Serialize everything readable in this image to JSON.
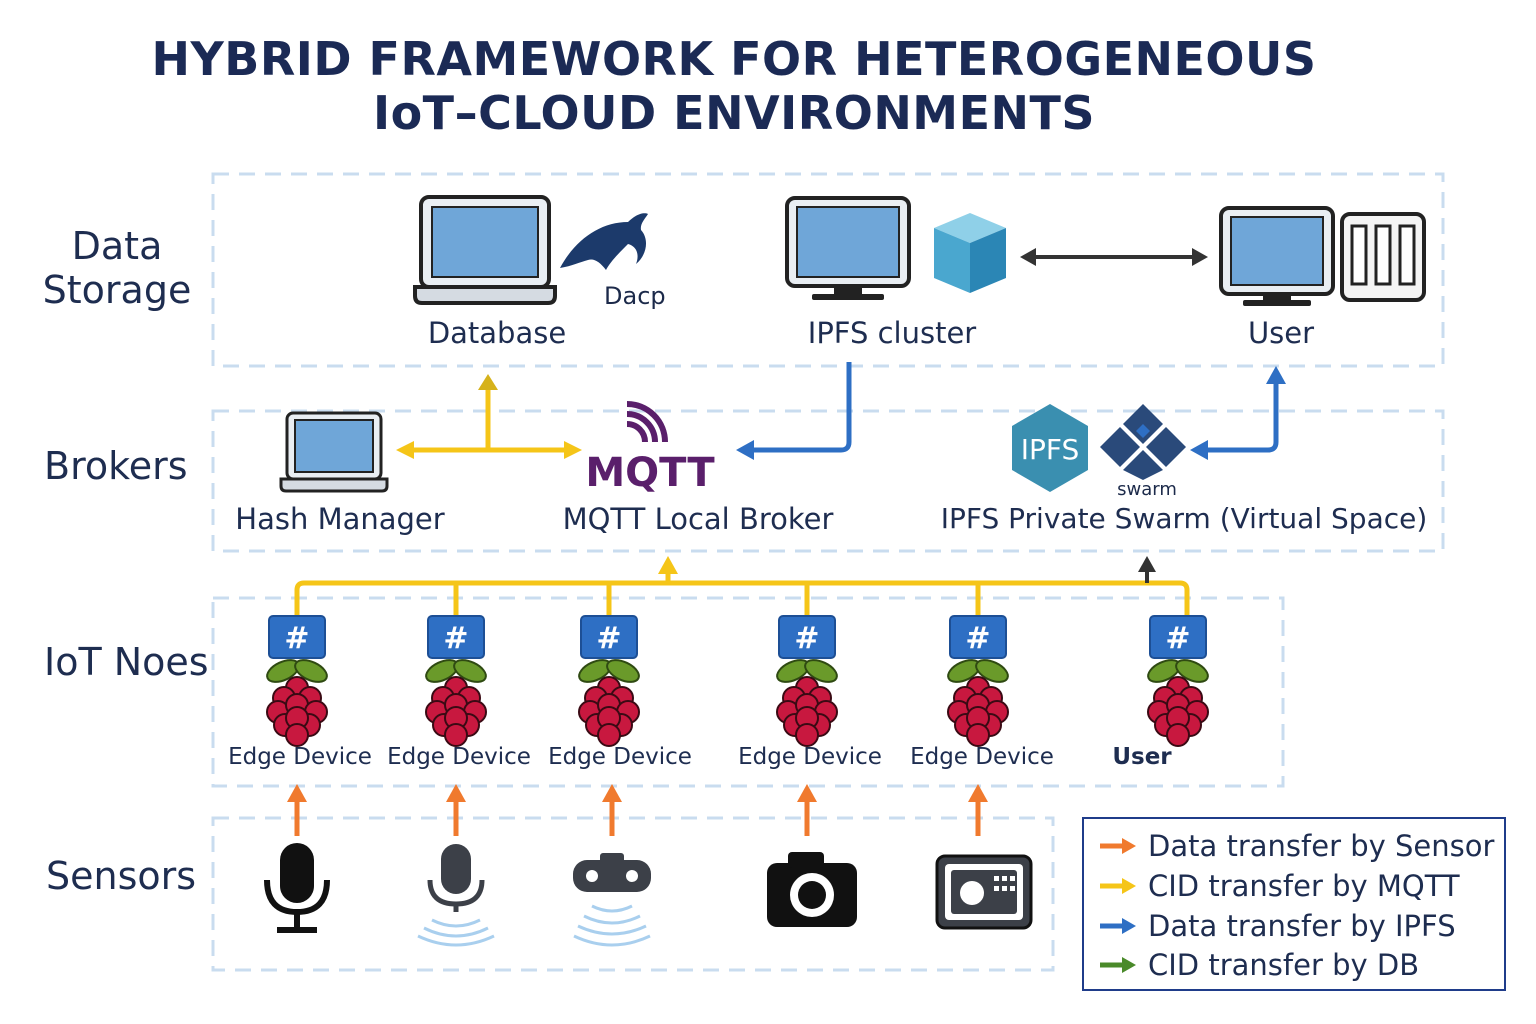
{
  "title": {
    "line1": "HYBRID FRAMEWORK FOR HETEROGENEOUS",
    "line2": "IoT–CLOUD ENVIRONMENTS"
  },
  "rows": {
    "data_storage": "Data\nStorage",
    "brokers": "Brokers",
    "iot_nodes": "IoT Noes",
    "sensors": "Sensors"
  },
  "storage": {
    "database": "Database",
    "db_logo_text": "Dacp",
    "ipfs_cluster": "IPFS cluster",
    "user": "User"
  },
  "brokers": {
    "hash_manager": "Hash Manager",
    "mqtt_logo": "MQTT",
    "mqtt_local_broker": "MQTT Local Broker",
    "ipfs_logo": "IPFS",
    "swarm_logo": "swarm",
    "ipfs_private_swarm": "IPFS Private Swarm (Virtual Space)"
  },
  "nodes": [
    {
      "label": "Edge Device",
      "tag": "#"
    },
    {
      "label": "Edge Device",
      "tag": "#"
    },
    {
      "label": "Edge Device",
      "tag": "#"
    },
    {
      "label": "Edge Device",
      "tag": "#"
    },
    {
      "label": "Edge Device",
      "tag": "#"
    },
    {
      "label": "User",
      "tag": "#"
    }
  ],
  "sensors": [
    {
      "icon": "microphone-icon"
    },
    {
      "icon": "wireless-microphone-icon"
    },
    {
      "icon": "ultrasonic-sensor-icon"
    },
    {
      "icon": "camera-icon"
    },
    {
      "icon": "control-panel-icon"
    }
  ],
  "legend": [
    {
      "label": "Data transfer by Sensor",
      "color": "#f07a2e"
    },
    {
      "label": "CID transfer by MQTT",
      "color": "#f5c518"
    },
    {
      "label": "Data transfer by IPFS",
      "color": "#2e6fc4"
    },
    {
      "label": "CID transfer by DB",
      "color": "#4a8a2a"
    }
  ],
  "colors": {
    "sensor": "#f07a2e",
    "mqtt": "#f5c518",
    "ipfs": "#2e6fc4",
    "db": "#4a8a2a",
    "dash": "#c9dcef"
  }
}
